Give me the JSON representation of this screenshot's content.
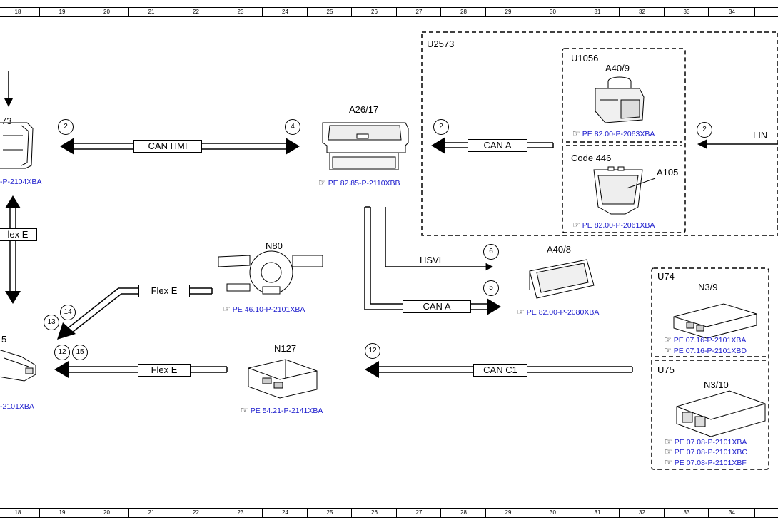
{
  "ruler": {
    "cols": [
      "18",
      "19",
      "20",
      "21",
      "22",
      "23",
      "24",
      "25",
      "26",
      "27",
      "28",
      "29",
      "30",
      "31",
      "32",
      "33",
      "34"
    ]
  },
  "groups": {
    "u2573": "U2573",
    "u1056": "U1056",
    "code446": "Code 446",
    "u74": "U74",
    "u75": "U75"
  },
  "components": {
    "a26_17": {
      "name": "A26/17",
      "ref": "PE 82.85-P-2110XBB"
    },
    "a40_9": {
      "name": "A40/9",
      "ref": "PE 82.00-P-2063XBA"
    },
    "a105": {
      "name": "A105",
      "ref": "PE 82.00-P-2061XBA"
    },
    "n80": {
      "name": "N80",
      "ref": "PE 46.10-P-2101XBA"
    },
    "a40_8": {
      "name": "A40/8",
      "ref": "PE 82.00-P-2080XBA"
    },
    "n127": {
      "name": "N127",
      "ref": "PE 54.21-P-2141XBA"
    },
    "n3_9": {
      "name": "N3/9",
      "refs": [
        "PE 07.16-P-2101XBA",
        "PE 07.16-P-2101XBD"
      ]
    },
    "n3_10": {
      "name": "N3/10",
      "refs": [
        "PE 07.08-P-2101XBA",
        "PE 07.08-P-2101XBC",
        "PE 07.08-P-2101XBF"
      ]
    },
    "left_top": {
      "name": "73",
      "ref": "-P-2104XBA"
    },
    "left_bottom": {
      "name": "5",
      "ref": "-2101XBA"
    }
  },
  "buses": {
    "can_hmi": "CAN HMI",
    "can_a_top": "CAN A",
    "lin": "LIN",
    "flex_e_left": "lex E",
    "hsvl": "HSVL",
    "can_a_mid": "CAN A",
    "flex_e_n80": "Flex E",
    "flex_e_bottom": "Flex E",
    "can_c1": "CAN C1"
  },
  "markers": {
    "m2a": "2",
    "m4": "4",
    "m2b": "2",
    "m2c": "2",
    "m6": "6",
    "m5": "5",
    "m14": "14",
    "m13": "13",
    "m12a": "12",
    "m15": "15",
    "m12b": "12"
  },
  "icons": {
    "reference": "pointing-hand-icon"
  }
}
